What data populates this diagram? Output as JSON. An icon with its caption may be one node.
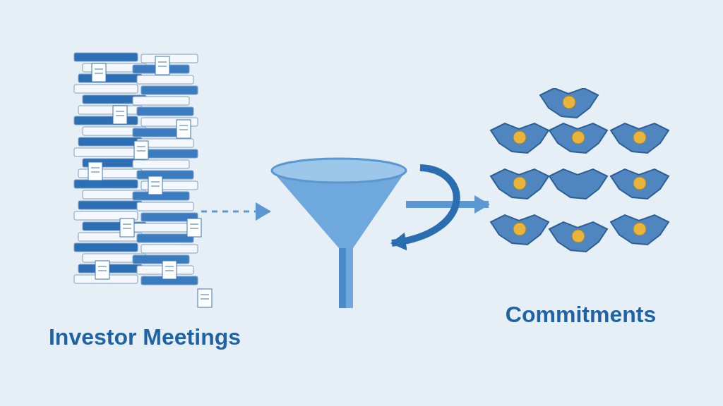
{
  "diagram": {
    "nodes": [
      {
        "text": [
          "Investor Meetings"
        ]
      },
      {
        "text": [],
        "shape": "picture"
      },
      {
        "text": [
          "Commitments"
        ]
      }
    ],
    "edges": [
      {
        "from": 0,
        "to": 1,
        "arrow": "to",
        "style": "dashed"
      },
      {
        "from": 1,
        "to": 2,
        "arrow": "to"
      },
      {
        "from": null,
        "to": 1,
        "arrow": "to",
        "color": "#2a6db0"
      }
    ]
  }
}
